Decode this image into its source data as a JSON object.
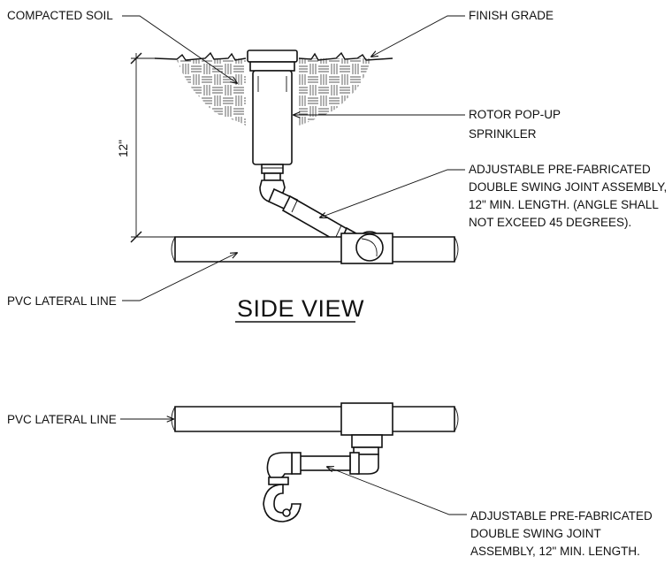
{
  "side_view": {
    "labels": {
      "compacted_soil": "COMPACTED SOIL",
      "finish_grade": "FINISH GRADE",
      "rotor_line1": "ROTOR POP-UP",
      "rotor_line2": "SPRINKLER",
      "swing_joint_line1": "ADJUSTABLE PRE-FABRICATED",
      "swing_joint_line2": "DOUBLE SWING JOINT ASSEMBLY,",
      "swing_joint_line3": "12\" MIN. LENGTH. (ANGLE SHALL",
      "swing_joint_line4": "NOT EXCEED 45 DEGREES).",
      "pvc_lateral": "PVC LATERAL LINE",
      "dimension": "12\""
    },
    "title": "SIDE VIEW"
  },
  "plan_view": {
    "labels": {
      "pvc_lateral": "PVC LATERAL LINE",
      "swing_joint_line1": "ADJUSTABLE PRE-FABRICATED",
      "swing_joint_line2": "DOUBLE SWING JOINT",
      "swing_joint_line3": "ASSEMBLY, 12\" MIN. LENGTH."
    }
  }
}
